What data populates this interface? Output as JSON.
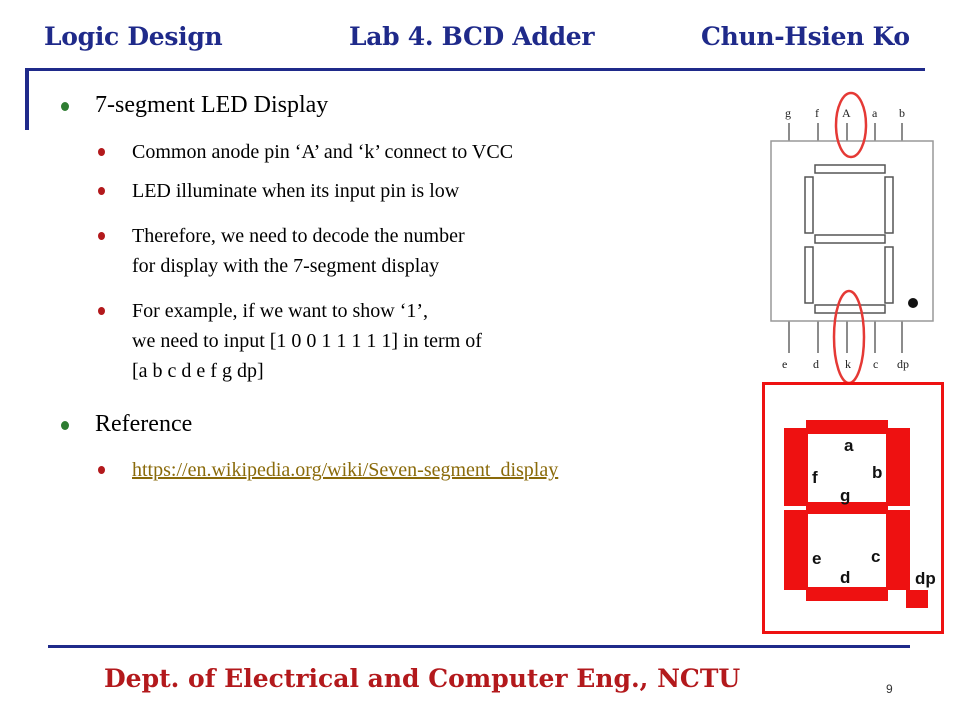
{
  "header": {
    "course": "Logic Design",
    "lab": "Lab 4. BCD Adder",
    "author": "Chun-Hsien Ko"
  },
  "content": {
    "section1": {
      "title": "7-segment  LED Display",
      "items": [
        {
          "lines": [
            "Common anode pin ‘A’ and ‘k’ connect to VCC"
          ]
        },
        {
          "lines": [
            "LED illuminate when its input pin is low"
          ]
        },
        {
          "lines": [
            "Therefore, we need to decode the number",
            "for display with the 7-segment display"
          ]
        },
        {
          "lines": [
            "For example, if we want to show ‘1’,",
            "we need to input [1 0 0 1 1 1 1 1] in term of",
            "[a b c d e f g dp]"
          ]
        }
      ]
    },
    "section2": {
      "title": "Reference",
      "link": "https://en.wikipedia.org/wiki/Seven-segment_display"
    }
  },
  "figure_pins": {
    "top": [
      "g",
      "f",
      "A",
      "a",
      "b"
    ],
    "bottom": [
      "e",
      "d",
      "k",
      "c",
      "dp"
    ]
  },
  "figure_segments": {
    "labels": [
      "a",
      "b",
      "f",
      "g",
      "e",
      "c",
      "d",
      "dp"
    ],
    "color": "#ee1111"
  },
  "footer": {
    "dept": "Dept. of Electrical and Computer Eng., NCTU",
    "page": "9"
  },
  "colors": {
    "header_text": "#1f2a8a",
    "footer_text": "#b3191c",
    "bullet_level1": "#2e7d32",
    "bullet_level2": "#b3191c",
    "link": "#8a6a0a"
  }
}
